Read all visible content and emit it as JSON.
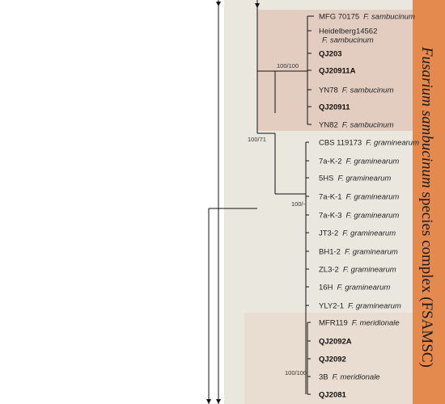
{
  "colors": {
    "background": "#ffffff",
    "backbone_panel": "#eae7de",
    "sambucinum_clade": "#e3cdc1",
    "meridionale_clade": "#e9dcd1",
    "label_band": "#e58a4e"
  },
  "complex_label": {
    "species": "Fusarium sambucinum",
    "rest": " species complex (FSAMSC)"
  },
  "supports": [
    {
      "id": "sambucinum-node",
      "text": "100/100"
    },
    {
      "id": "fsamsc-node",
      "text": "100/71"
    },
    {
      "id": "graminearum-node",
      "text": "100/-"
    },
    {
      "id": "meridionale-node",
      "text": "100/100"
    }
  ],
  "taxa": [
    {
      "strain": "MFG 70175",
      "species": "F. sambucinum",
      "bold": false
    },
    {
      "strain": "Heidelberg14562",
      "species": "F. sambucinum",
      "bold": false,
      "two_line": true
    },
    {
      "strain": "QJ203",
      "species": "",
      "bold": true
    },
    {
      "strain": "QJ20911A",
      "species": "",
      "bold": true
    },
    {
      "strain": "YN78",
      "species": "F. sambucinum",
      "bold": false
    },
    {
      "strain": "QJ20911",
      "species": "",
      "bold": true
    },
    {
      "strain": "YN82",
      "species": "F. sambucinum",
      "bold": false
    },
    {
      "strain": "CBS 119173",
      "species": "F. graminearum",
      "bold": false
    },
    {
      "strain": "7a-K-2",
      "species": "F. graminearum",
      "bold": false
    },
    {
      "strain": "5HS",
      "species": "F. graminearum",
      "bold": false
    },
    {
      "strain": "7a-K-1",
      "species": "F. graminearum",
      "bold": false
    },
    {
      "strain": "7a-K-3",
      "species": "F. graminearum",
      "bold": false
    },
    {
      "strain": "JT3-2",
      "species": "F. graminearum",
      "bold": false
    },
    {
      "strain": "BH1-2",
      "species": "F. graminearum",
      "bold": false
    },
    {
      "strain": "ZL3-2",
      "species": "F. graminearum",
      "bold": false
    },
    {
      "strain": "16H",
      "species": "F. graminearum",
      "bold": false
    },
    {
      "strain": "YLY2-1",
      "species": "F. graminearum",
      "bold": false
    },
    {
      "strain": "MFR119",
      "species": "F. meridionale",
      "bold": false
    },
    {
      "strain": "QJ2092A",
      "species": "",
      "bold": true
    },
    {
      "strain": "QJ2092",
      "species": "",
      "bold": true
    },
    {
      "strain": "3B",
      "species": "F. meridionale",
      "bold": false
    },
    {
      "strain": "QJ2081",
      "species": "",
      "bold": true
    }
  ]
}
